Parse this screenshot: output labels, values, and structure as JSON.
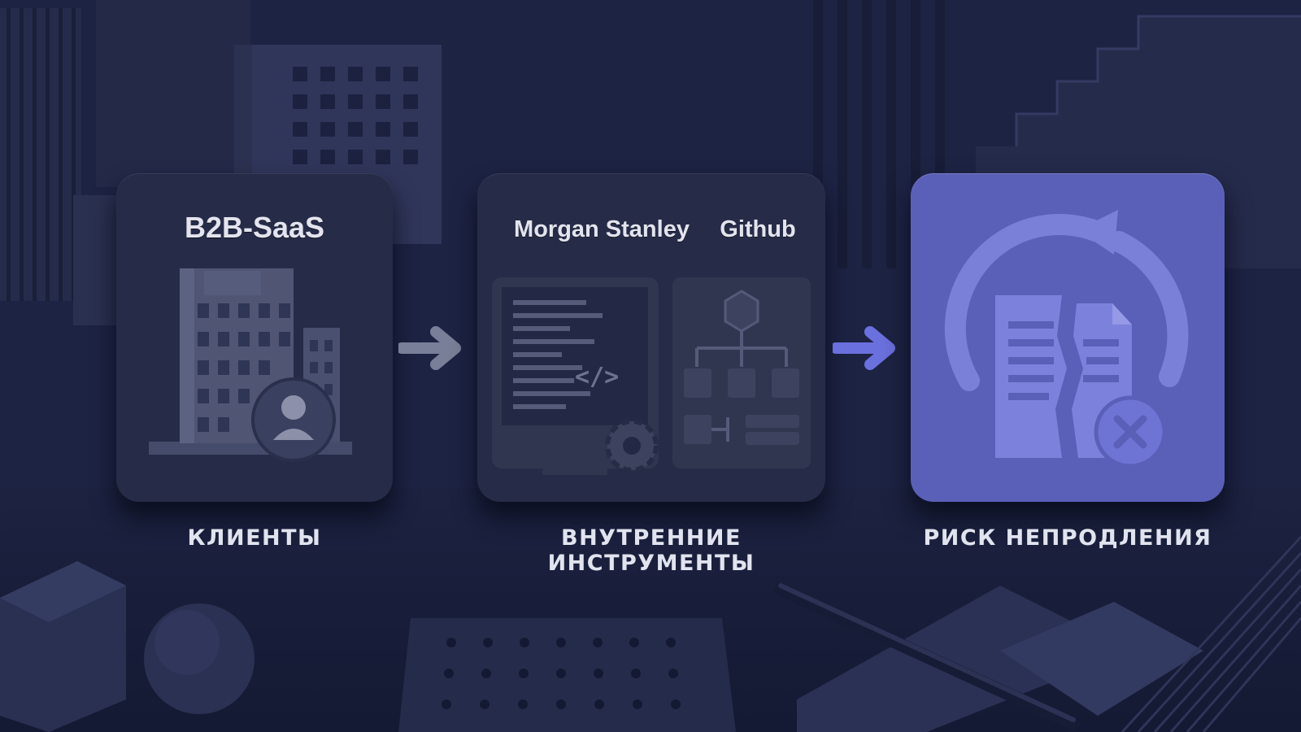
{
  "steps": [
    {
      "card_title": "B2B-SaaS",
      "caption": "КЛИЕНТЫ",
      "icon": "office-building-with-user-icon"
    },
    {
      "card_titles": [
        "Morgan Stanley",
        "Github"
      ],
      "caption": "ВНУТРЕННИЕ ИНСТРУМЕНТЫ",
      "icons": [
        "code-monitor-icon",
        "hierarchy-tree-icon"
      ]
    },
    {
      "caption": "РИСК НЕПРОДЛЕНИЯ",
      "icon": "torn-contract-cycle-icon"
    }
  ],
  "arrows": [
    "arrow-right-icon",
    "arrow-right-icon"
  ],
  "colors": {
    "background": "#1b2140",
    "card": "#262c48",
    "accent_card": "#5a60b8",
    "accent_arrow": "#6a70dd",
    "text": "#e3e4ee"
  }
}
